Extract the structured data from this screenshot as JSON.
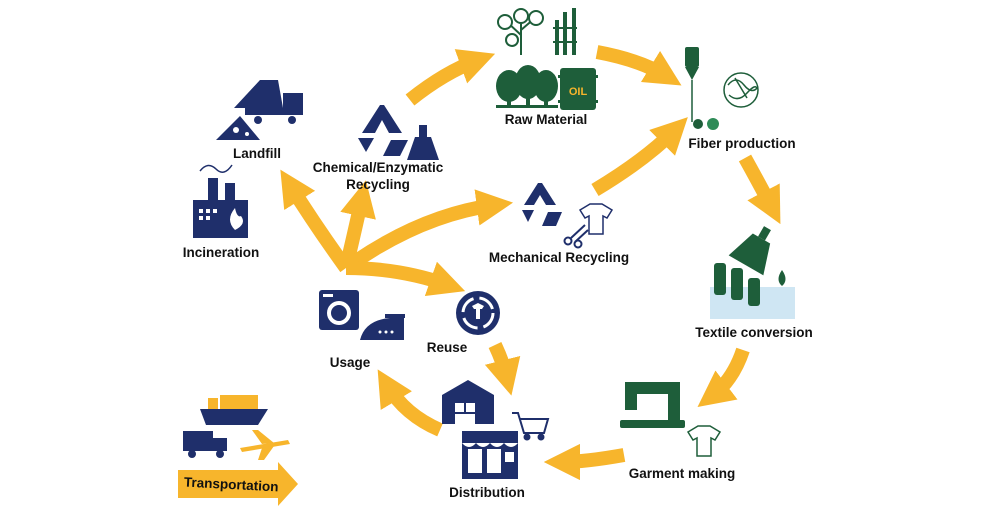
{
  "colors": {
    "arrow": "#F7B52C",
    "navy": "#1F2F6B",
    "green": "#1E5E3A",
    "light_blue": "#CFE6F3"
  },
  "nodes": {
    "raw_material": "Raw Material",
    "fiber_production": "Fiber production",
    "textile_conversion": "Textile conversion",
    "garment_making": "Garment making",
    "distribution": "Distribution",
    "usage": "Usage",
    "reuse": "Reuse",
    "mechanical_recycling": "Mechanical Recycling",
    "chemical_recycling_line1": "Chemical/Enzymatic",
    "chemical_recycling_line2": "Recycling",
    "landfill": "Landfill",
    "incineration": "Incineration",
    "transportation": "Transportation"
  },
  "icon_texts": {
    "oil_barrel": "OIL"
  },
  "icons": [
    "cotton-plant-icon",
    "bamboo-icon",
    "trees-icon",
    "oil-barrel-icon",
    "spindle-icon",
    "fiber-ball-icon",
    "flask-icon",
    "yarn-spools-icon",
    "sewing-machine-icon",
    "tshirt-icon",
    "storefront-icon",
    "warehouse-icon",
    "shopping-cart-icon",
    "washing-machine-icon",
    "iron-icon",
    "reuse-cycle-icon",
    "recycle-icon",
    "scissors-icon",
    "dump-truck-icon",
    "factory-icon",
    "ship-icon",
    "truck-icon",
    "airplane-icon"
  ]
}
